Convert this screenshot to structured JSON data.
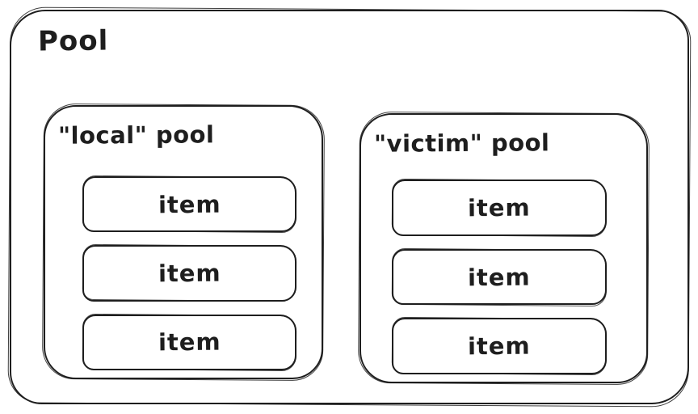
{
  "diagram": {
    "background_color": "#ffffff",
    "stroke_color": "#1e1e1e",
    "pool": {
      "label": "Pool",
      "subpools": [
        {
          "label": "\"local\" pool",
          "items": [
            "item",
            "item",
            "item"
          ]
        },
        {
          "label": "\"victim\" pool",
          "items": [
            "item",
            "item",
            "item"
          ]
        }
      ]
    }
  }
}
